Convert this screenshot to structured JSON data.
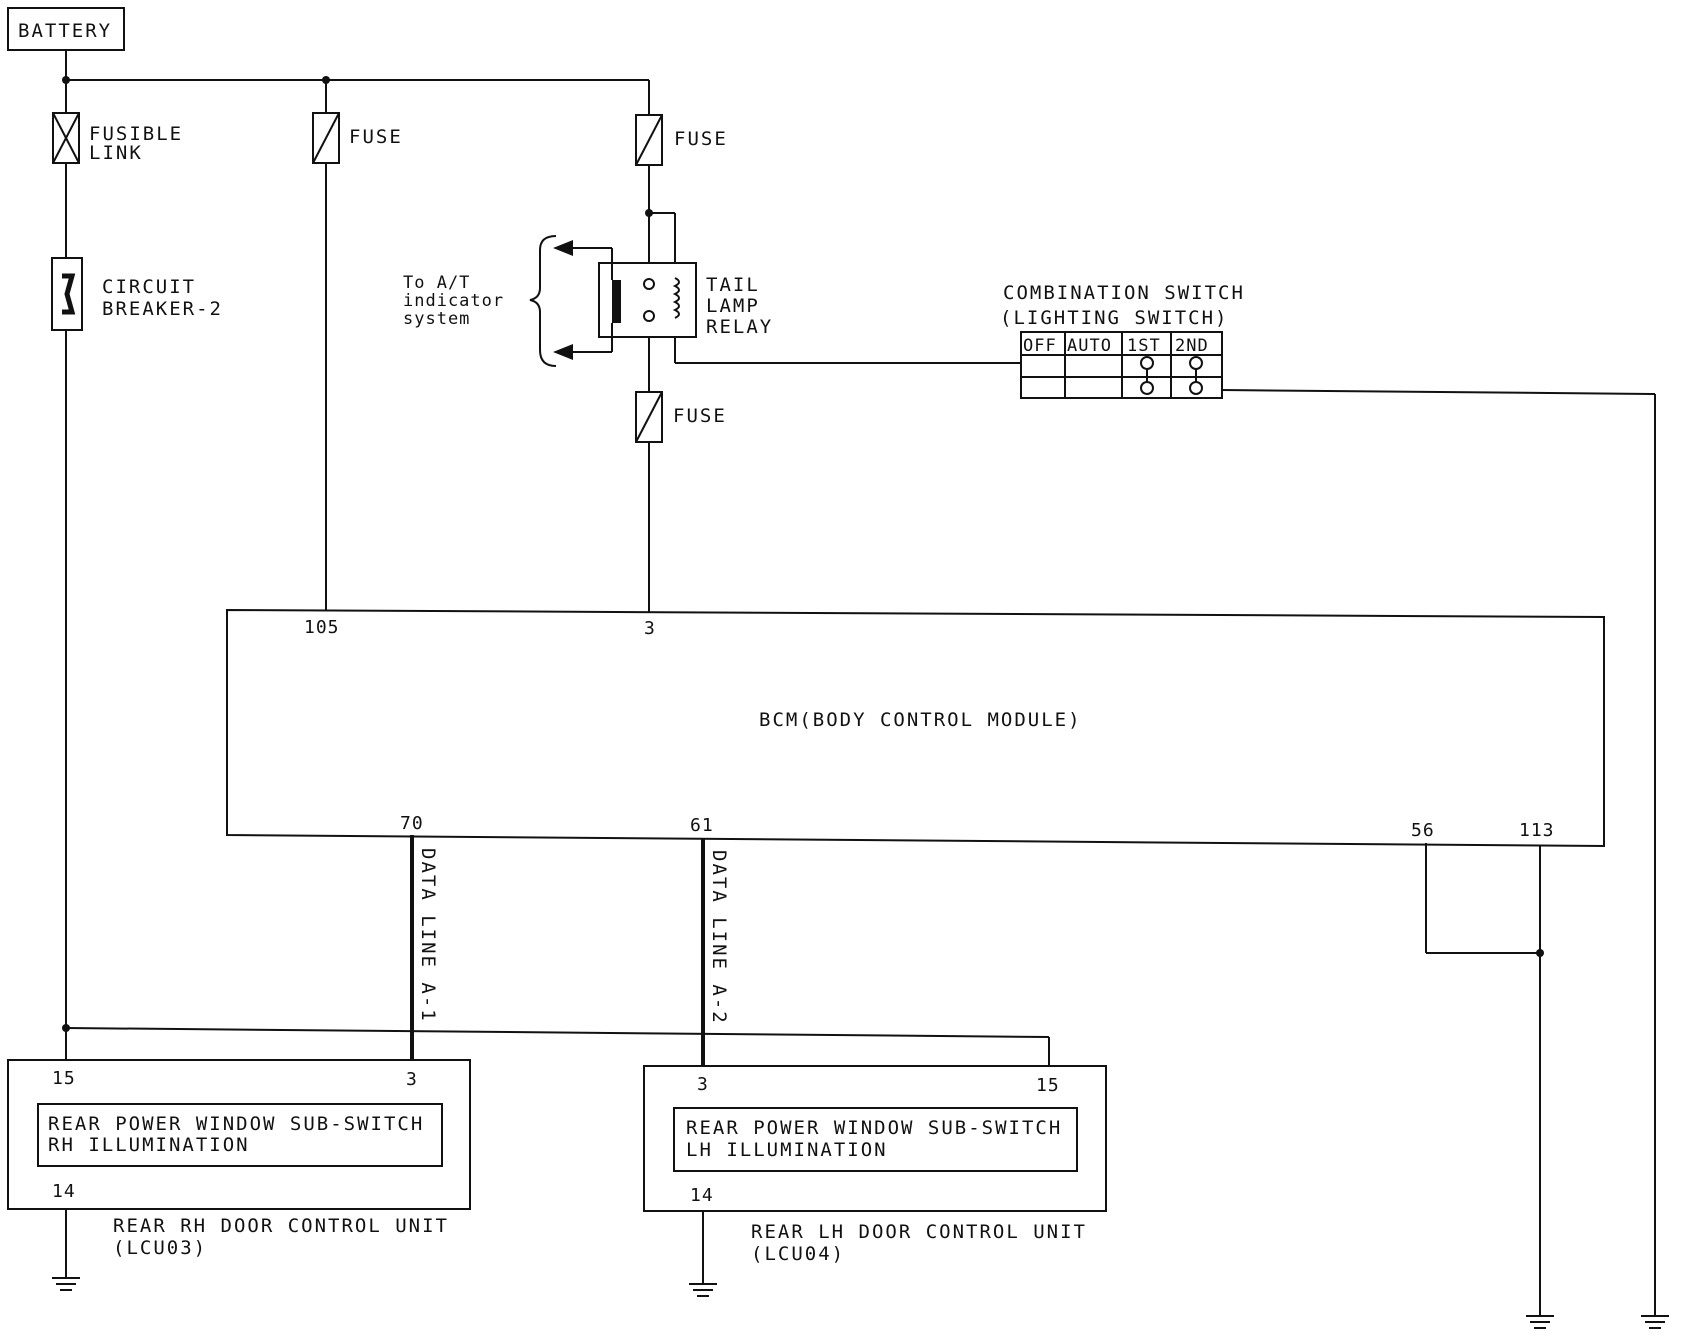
{
  "labels": {
    "battery": "BATTERY",
    "fusible_link_1": "FUSIBLE",
    "fusible_link_2": "LINK",
    "fuse": "FUSE",
    "circuit_breaker_1": "CIRCUIT",
    "circuit_breaker_2": "BREAKER-2",
    "at_indicator_1": "To A/T",
    "at_indicator_2": "indicator",
    "at_indicator_3": "system",
    "tail_lamp_1": "TAIL",
    "tail_lamp_2": "LAMP",
    "tail_lamp_3": "RELAY",
    "combo_switch_1": "COMBINATION SWITCH",
    "combo_switch_2": "(LIGHTING SWITCH)",
    "switch_positions": [
      "OFF",
      "AUTO",
      "1ST",
      "2ND"
    ],
    "bcm": "BCM(BODY CONTROL MODULE)",
    "data_line_a1": "DATA LINE A-1",
    "data_line_a2": "DATA LINE A-2",
    "rh_sub_switch_1": "REAR POWER WINDOW SUB-SWITCH",
    "rh_sub_switch_2": "RH ILLUMINATION",
    "lh_sub_switch_1": "REAR POWER WINDOW SUB-SWITCH",
    "lh_sub_switch_2": "LH ILLUMINATION",
    "rh_door_unit_1": "REAR RH DOOR CONTROL UNIT",
    "rh_door_unit_2": "(LCU03)",
    "lh_door_unit_1": "REAR LH DOOR CONTROL UNIT",
    "lh_door_unit_2": "(LCU04)"
  },
  "pins": {
    "bcm_105": "105",
    "bcm_3": "3",
    "bcm_70": "70",
    "bcm_61": "61",
    "bcm_56": "56",
    "bcm_113": "113",
    "rh_15": "15",
    "rh_3": "3",
    "rh_14": "14",
    "lh_3": "3",
    "lh_15": "15",
    "lh_14": "14"
  }
}
